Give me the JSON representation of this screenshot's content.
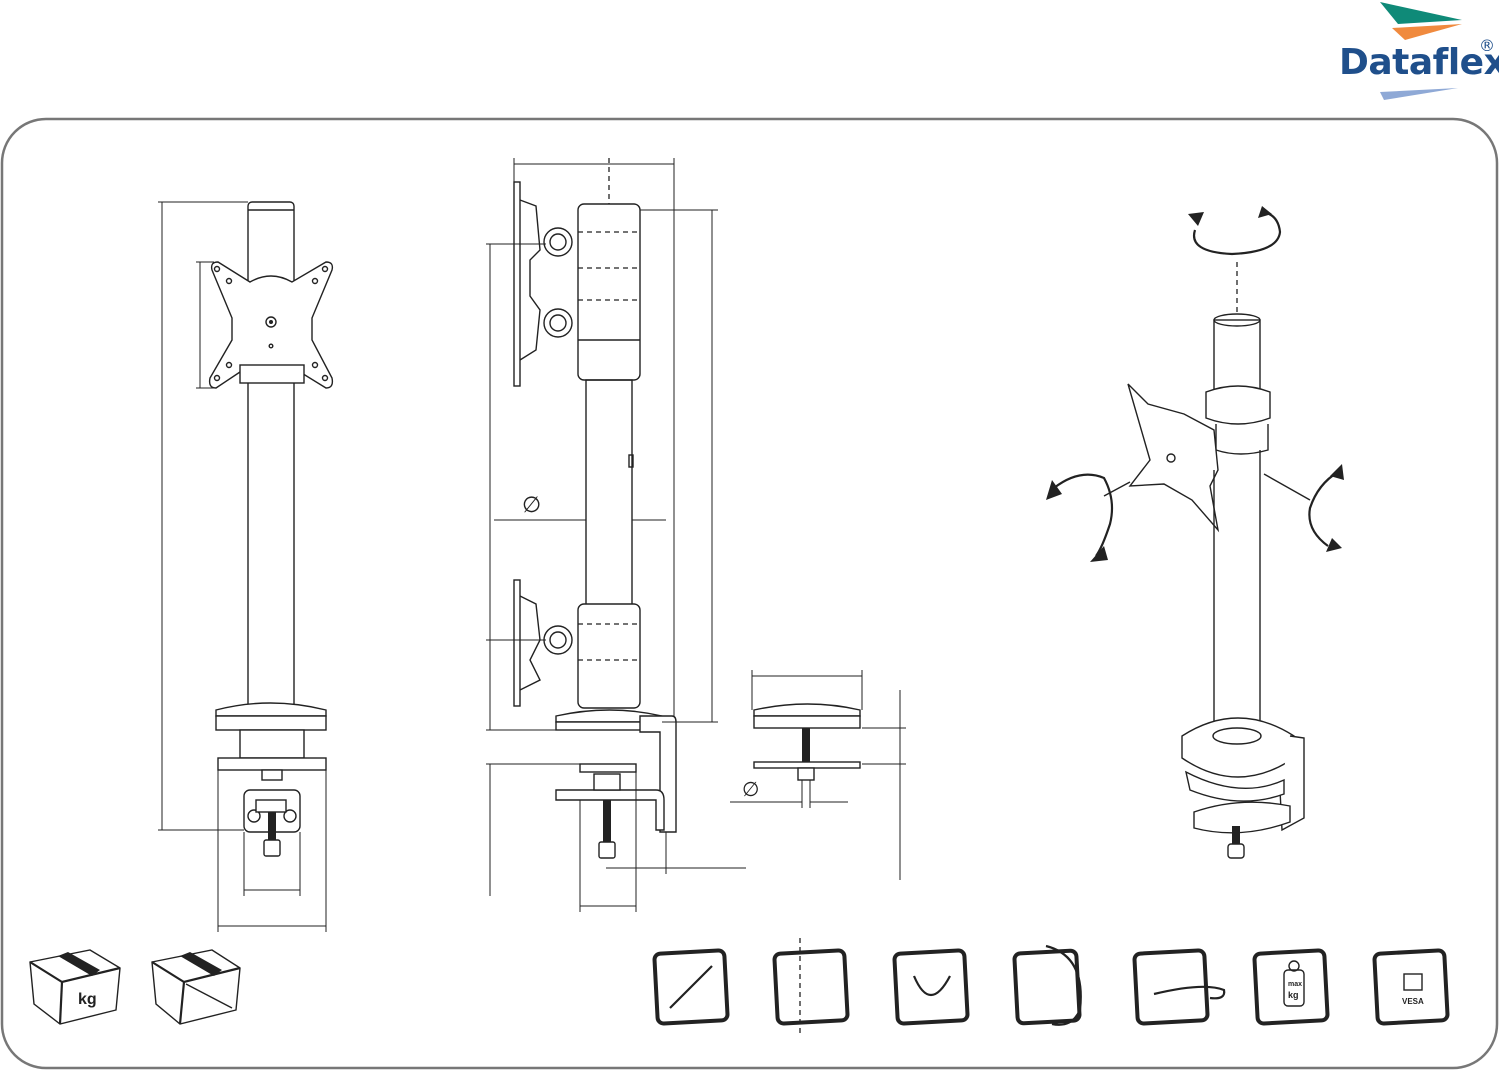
{
  "brand": {
    "name": "Dataflex",
    "registered_mark": "®",
    "colors": {
      "name": "#1f4f8b",
      "stripe_top": "#0f8a78",
      "stripe_mid": "#f08a3e",
      "stripe_bottom": "#8fa9d6"
    }
  },
  "drawings": {
    "front_view": {
      "diameter_symbol": ""
    },
    "side_view": {
      "diameter_symbol": "∅"
    },
    "clamp_detail": {
      "diameter_symbol": "∅"
    },
    "isometric_view": {}
  },
  "bottom_icons": {
    "package_weight_label": "kg",
    "max_load_label_top": "max",
    "max_load_label_bottom": "kg",
    "vesa_label": "VESA",
    "icons": [
      "package-weight-icon",
      "package-size-icon",
      "screen-size-icon",
      "height-adjust-icon",
      "tilt-icon",
      "swivel-icon",
      "rotate-icon",
      "max-load-icon",
      "vesa-icon"
    ]
  }
}
